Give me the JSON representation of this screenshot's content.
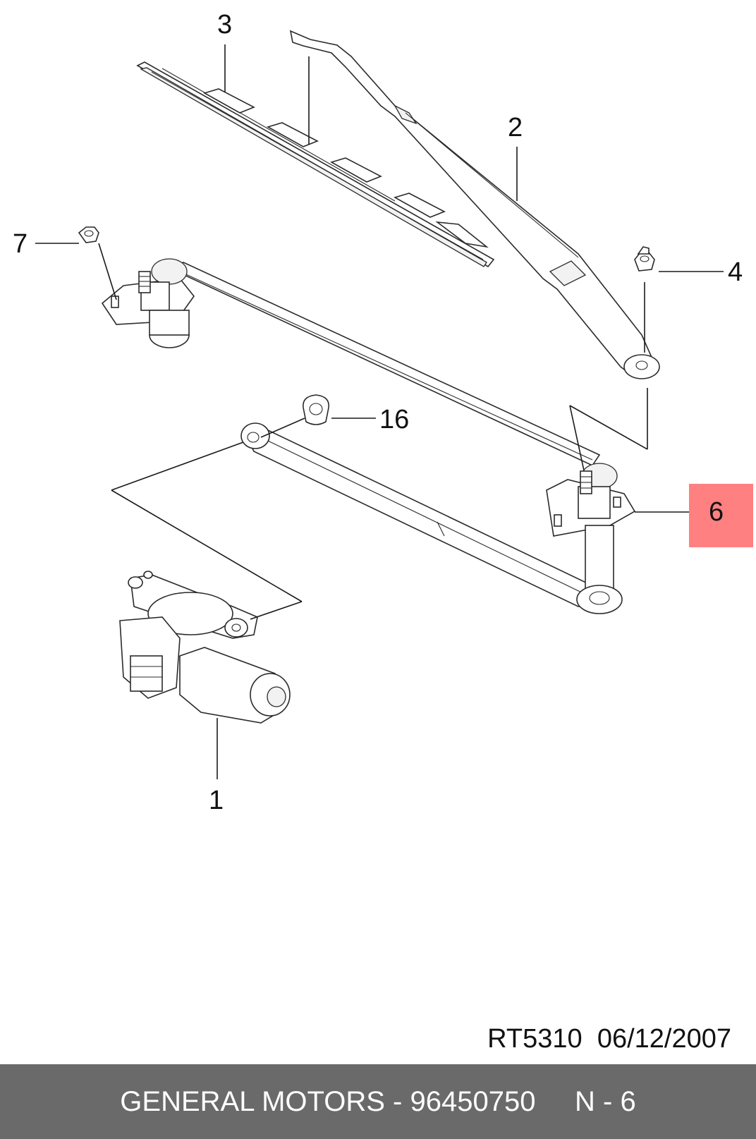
{
  "callouts": {
    "c1": "1",
    "c2": "2",
    "c3": "3",
    "c4": "4",
    "c6": "6",
    "c7": "7",
    "c16": "16"
  },
  "highlight": {
    "callout": "6",
    "color": "#ff8080"
  },
  "reference": {
    "code": "RT5310",
    "date": "06/12/2007"
  },
  "footer": {
    "text": "GENERAL MOTORS - 96450750     N - 6",
    "background": "#6a6a6a",
    "text_color": "#ffffff"
  }
}
